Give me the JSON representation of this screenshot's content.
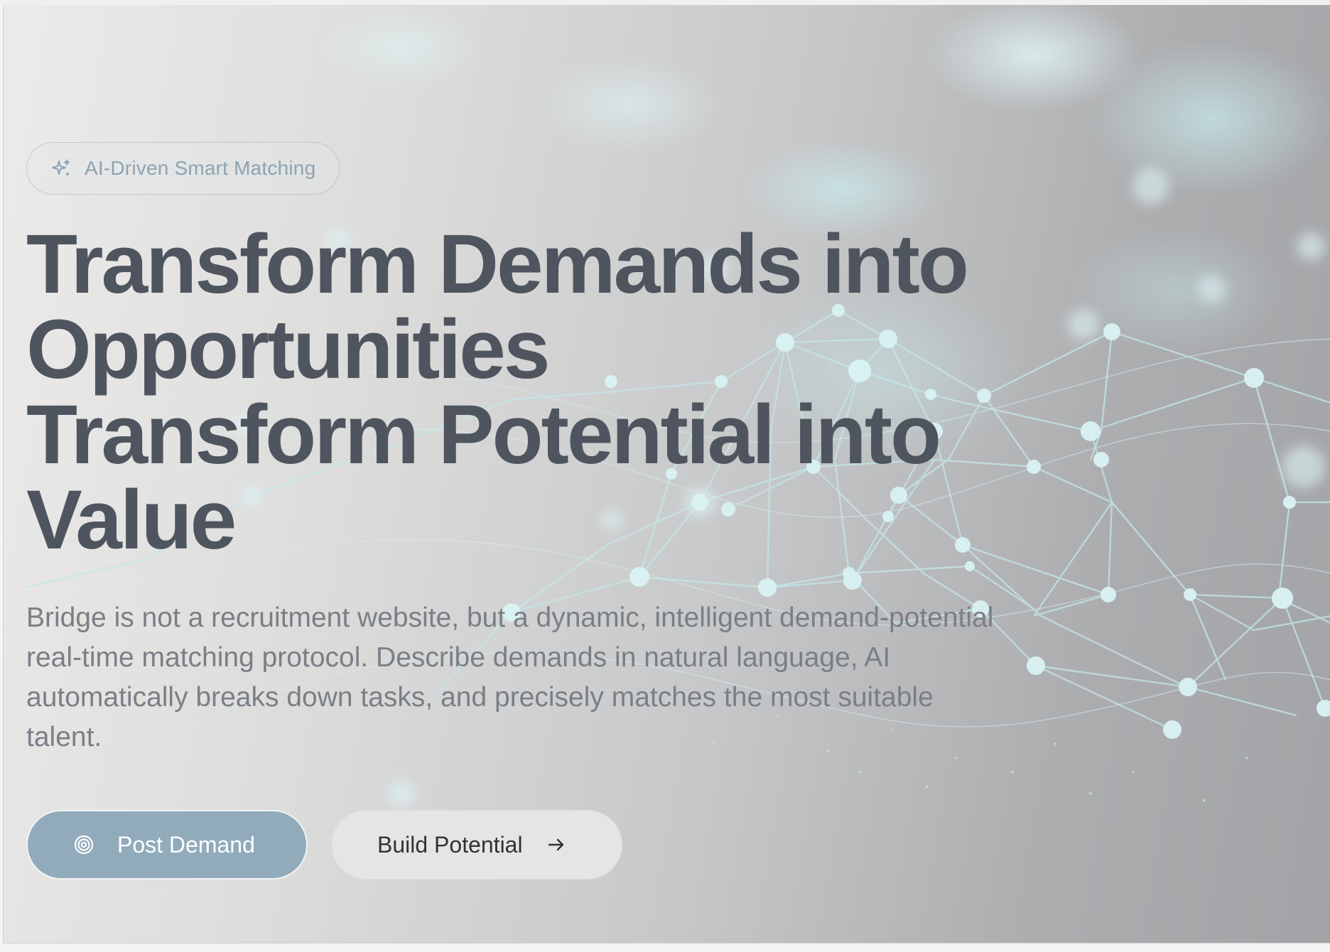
{
  "badge": {
    "icon": "sparkles-icon",
    "label": "AI-Driven Smart Matching"
  },
  "headline": {
    "line1": "Transform Demands into",
    "line2": "Opportunities",
    "line3": "Transform Potential into",
    "line4": "Value"
  },
  "description": "Bridge is not a recruitment website, but a dynamic, intelligent demand-potential real-time matching protocol. Describe demands in natural language, AI automatically breaks down tasks, and precisely matches the most suitable talent.",
  "actions": {
    "primary": {
      "label": "Post Demand",
      "icon": "target-icon"
    },
    "secondary": {
      "label": "Build Potential",
      "icon": "arrow-right-icon"
    }
  },
  "colors": {
    "primary_button": "#91abbb",
    "headline": "#4f555e",
    "badge_text": "#8ea3b1",
    "network_lines": "#bfe6e8"
  }
}
